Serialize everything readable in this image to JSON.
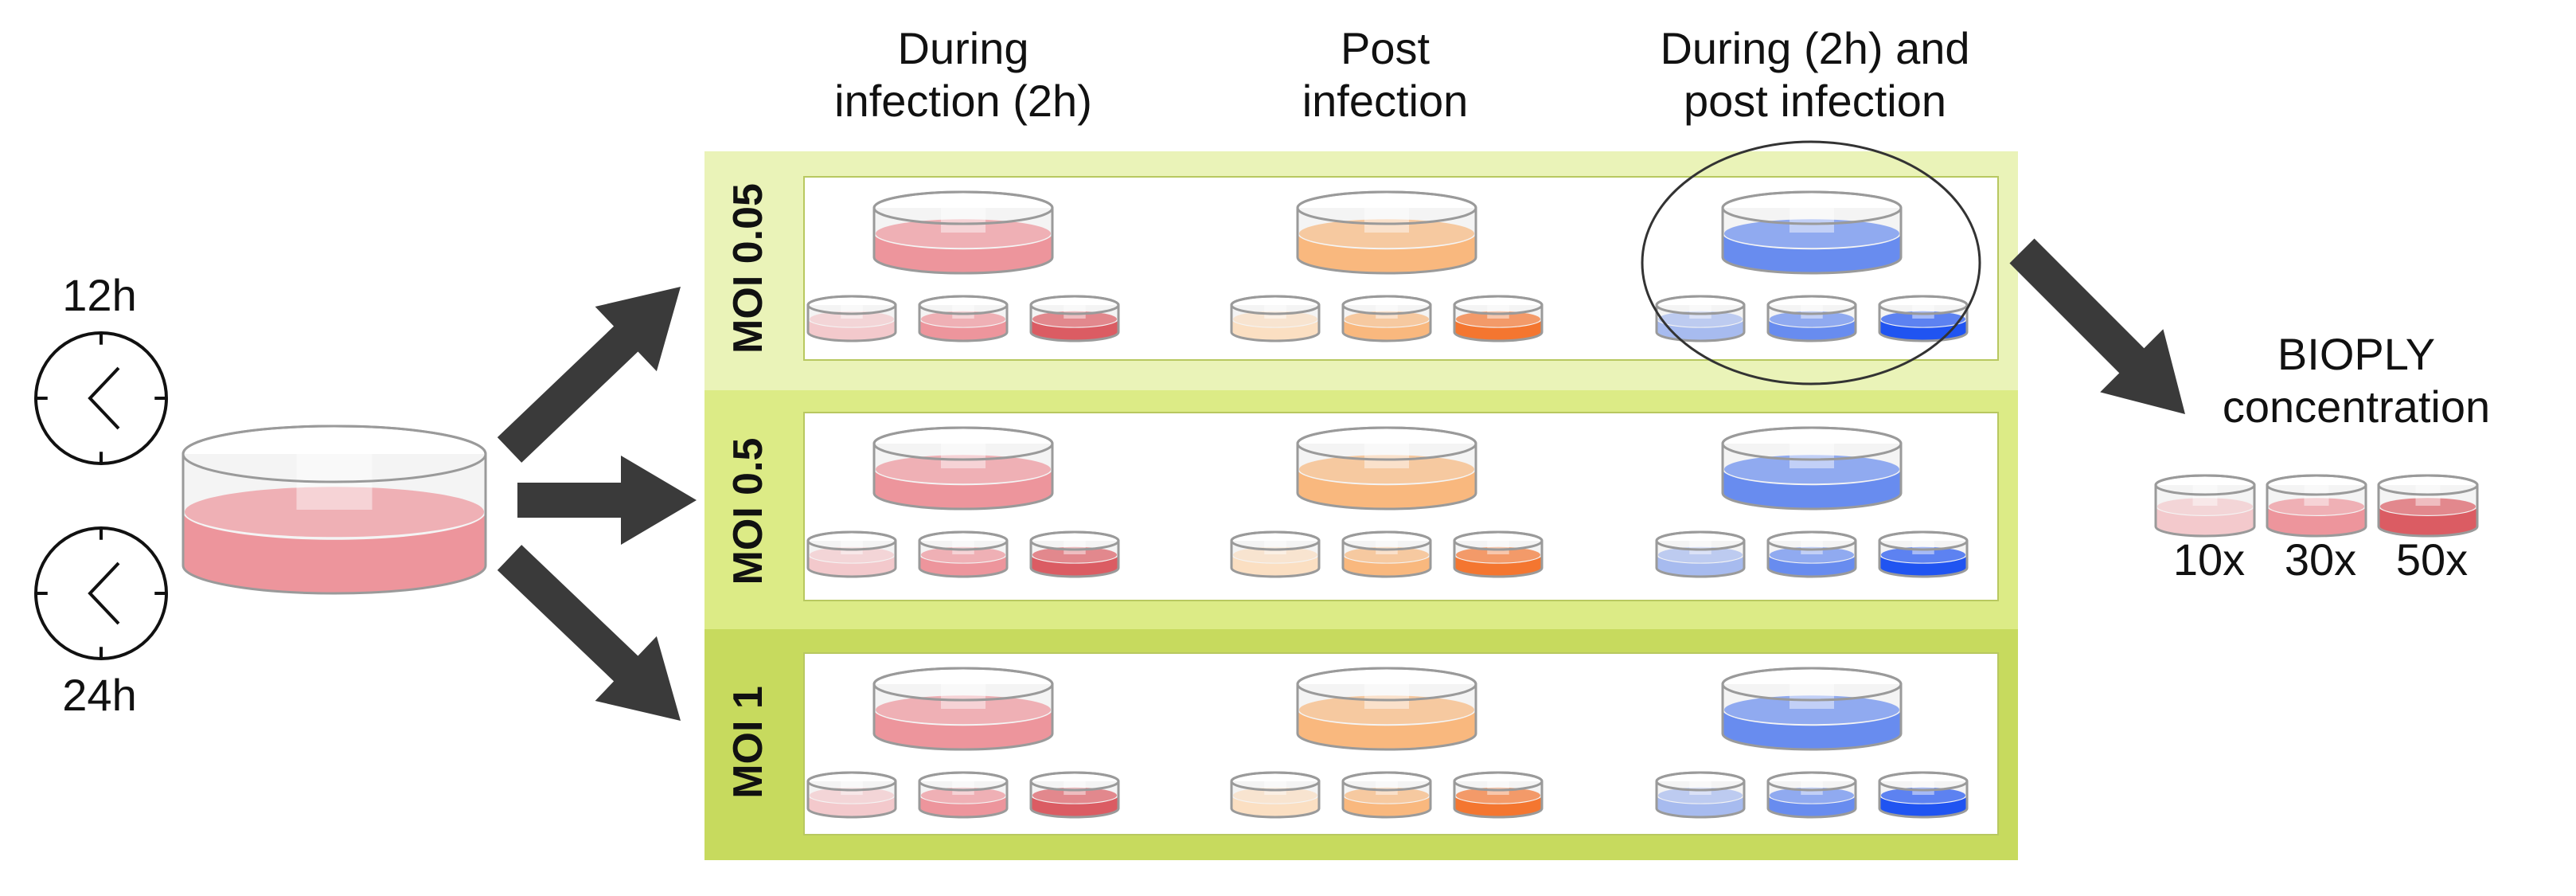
{
  "timepoints": {
    "first": "12h",
    "second": "24h"
  },
  "columns": [
    {
      "title": "During\ninfection (2h)",
      "color_scheme": "red"
    },
    {
      "title": "Post\ninfection",
      "color_scheme": "orange"
    },
    {
      "title": "During (2h) and\npost infection",
      "color_scheme": "blue"
    }
  ],
  "rows": [
    {
      "label": "MOI 0.05",
      "panel_color": "#eaf3b8"
    },
    {
      "label": "MOI 0.5",
      "panel_color": "#dceb86"
    },
    {
      "label": "MOI 1",
      "panel_color": "#c7da5e"
    }
  ],
  "legend": {
    "title": "BIOPLY\nconcentration",
    "levels": [
      "10x",
      "30x",
      "50x"
    ]
  },
  "colors": {
    "red": [
      "#f2c4c8",
      "#ec8c94",
      "#d84e56"
    ],
    "orange": [
      "#fbdcbd",
      "#f8b273",
      "#f36a1e"
    ],
    "blue": [
      "#9fb5ee",
      "#5b82ee",
      "#0d45f0"
    ],
    "arrow": "#3a3a3a",
    "dish_rim": "#9a9a9a"
  }
}
